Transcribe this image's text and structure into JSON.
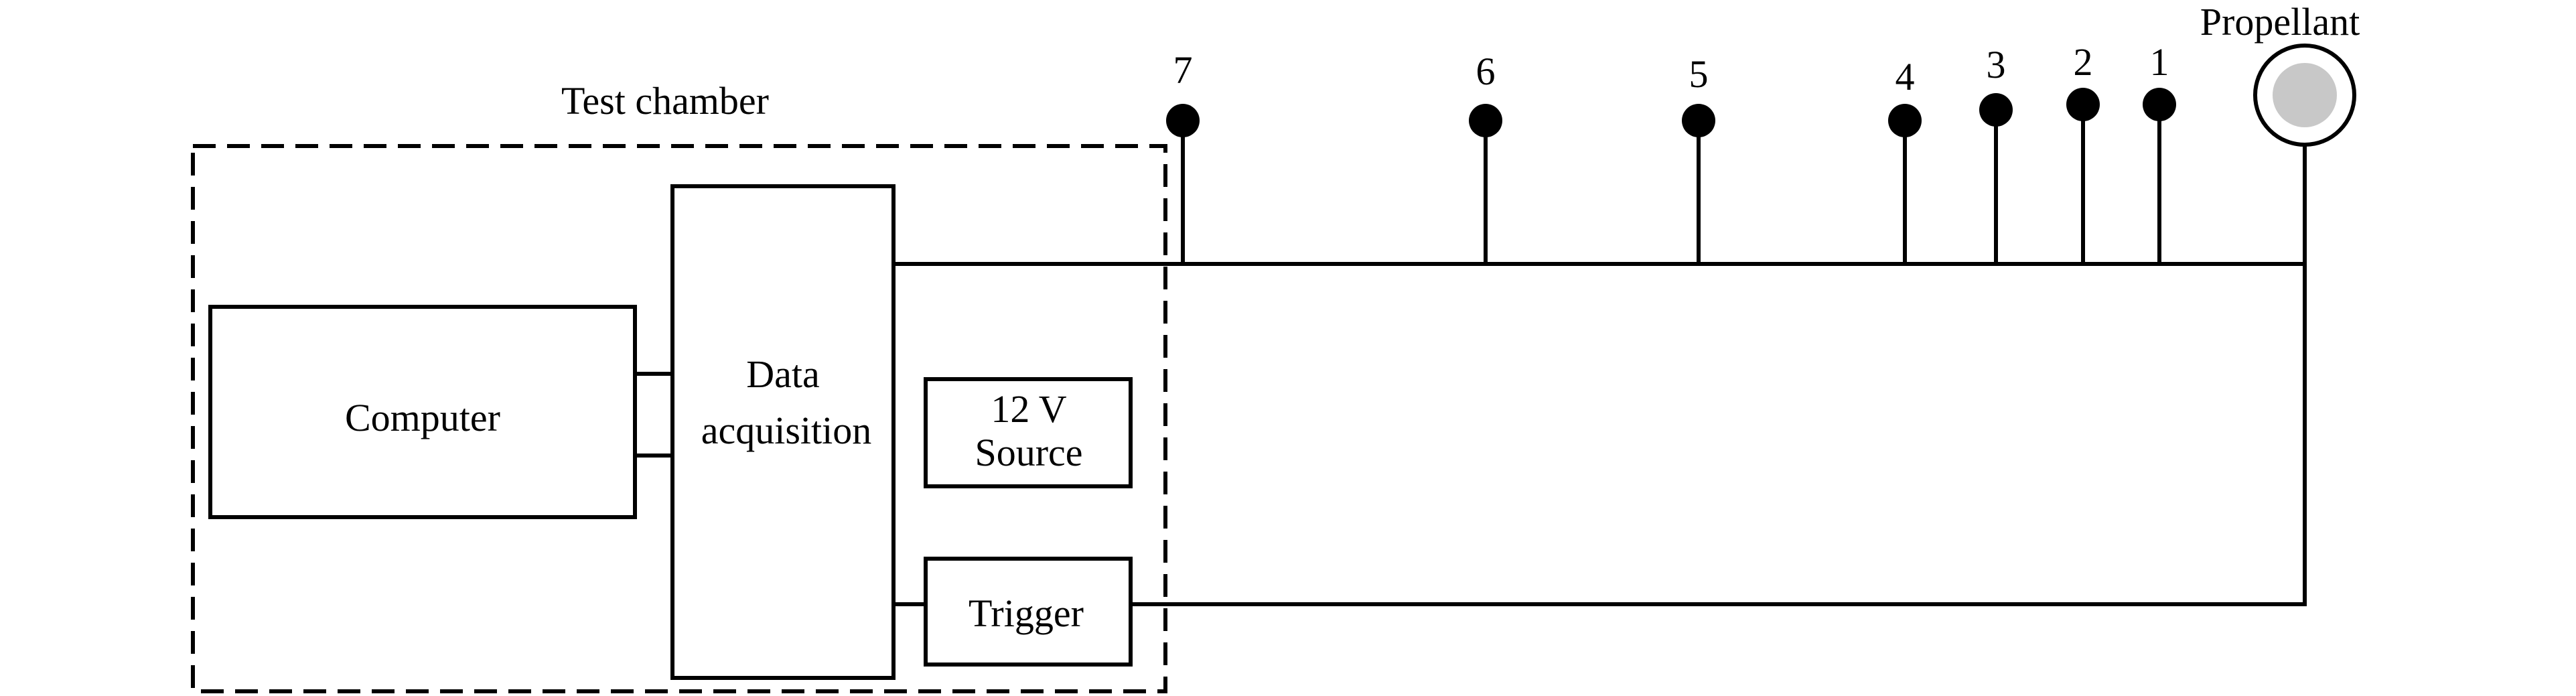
{
  "chamber": {
    "label": "Test chamber"
  },
  "blocks": {
    "computer": "Computer",
    "daq_line1": "Data",
    "daq_line2": "acquisition",
    "source_line1": "12 V",
    "source_line2": "Source",
    "trigger": "Trigger"
  },
  "sensors": [
    {
      "label": "7"
    },
    {
      "label": "6"
    },
    {
      "label": "5"
    },
    {
      "label": "4"
    },
    {
      "label": "3"
    },
    {
      "label": "2"
    },
    {
      "label": "1"
    }
  ],
  "propellant": {
    "label": "Propellant",
    "fill_color": "#c8c8c8"
  }
}
